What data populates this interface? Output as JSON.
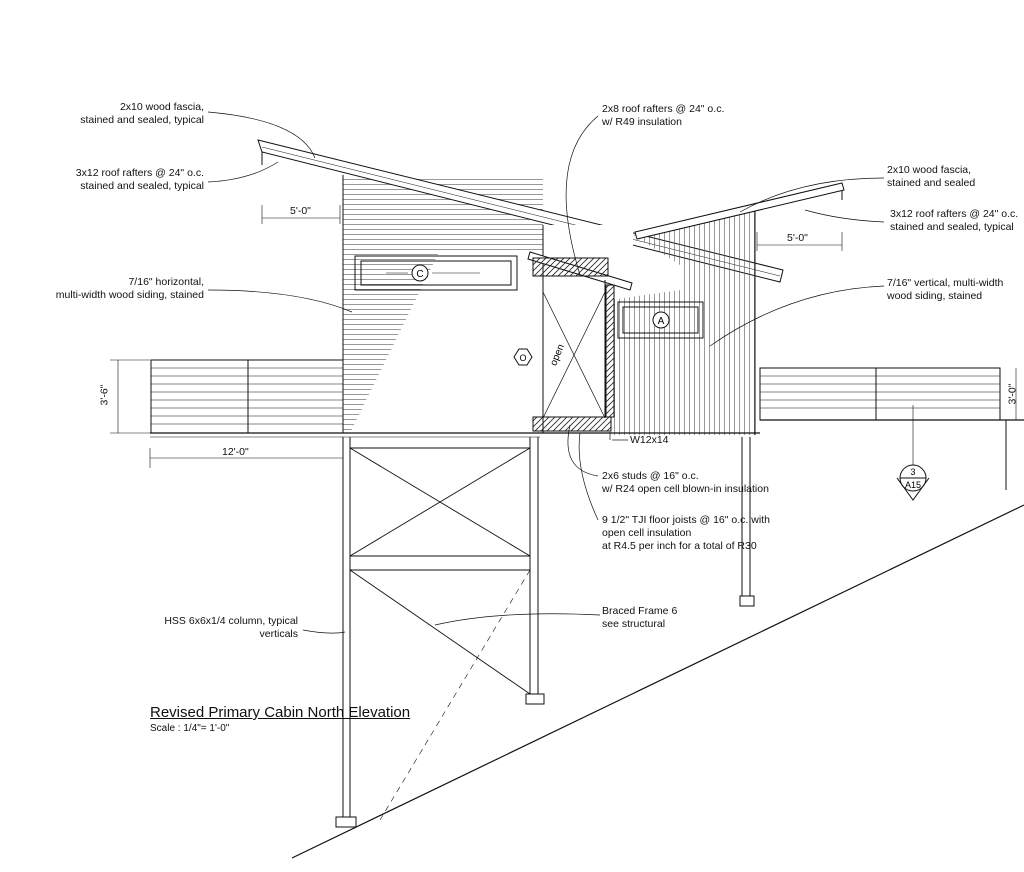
{
  "drawing": {
    "title": "Revised Primary Cabin North Elevation",
    "scale": "Scale : 1/4\"= 1'-0\""
  },
  "notes": {
    "fascia_left": [
      "2x10 wood fascia,",
      "stained and sealed, typical"
    ],
    "rafters_left": [
      "3x12 roof rafters @ 24\" o.c.",
      "stained and sealed, typical"
    ],
    "siding_horizontal": [
      "7/16\" horizontal,",
      "multi-width wood siding, stained"
    ],
    "rafters_2x8": [
      "2x8 roof rafters @ 24\" o.c.",
      "w/ R49 insulation"
    ],
    "fascia_right": [
      "2x10 wood fascia,",
      "stained and sealed"
    ],
    "rafters_right": [
      "3x12 roof rafters @ 24\" o.c.",
      "stained and sealed, typical"
    ],
    "siding_vertical": [
      "7/16\" vertical, multi-width",
      "wood siding, stained"
    ],
    "beam": [
      "W12x14"
    ],
    "studs": [
      "2x6 studs @ 16\" o.c.",
      "w/ R24 open cell blown-in insulation"
    ],
    "joists": [
      "9 1/2\" TJI  floor joists @ 16\" o.c. with",
      "open cell insulation",
      "at R4.5 per inch for a total of R30"
    ],
    "column": [
      "HSS 6x6x1/4 column, typical",
      "verticals"
    ],
    "braced_frame": [
      "Braced Frame 6",
      "see structural"
    ]
  },
  "dimensions": {
    "overhang_left": "5'-0\"",
    "overhang_right": "5'-0\"",
    "railing_left": "3'-6\"",
    "railing_right": "3'-0\"",
    "deck_left": "12'-0\""
  },
  "tags": {
    "window_c": "C",
    "window_a": "A",
    "door_o": "O",
    "door_label": "open",
    "section_number": "3",
    "section_sheet": "A15"
  }
}
